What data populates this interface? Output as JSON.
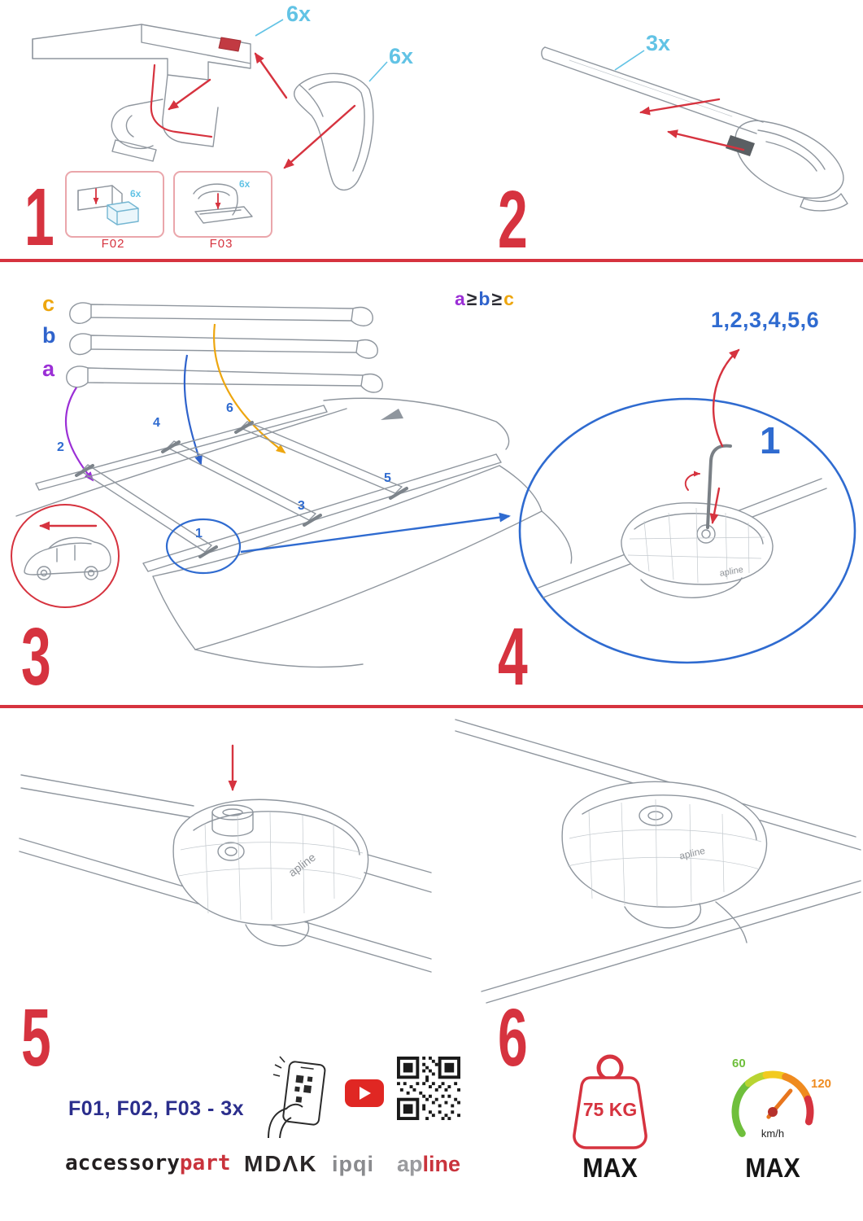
{
  "colors": {
    "accent_red": "#d6333f",
    "qty_cyan": "#62c3e5",
    "step_blue": "#2f6bd0",
    "label_purple": "#9b2fd6",
    "label_blue": "#2f63cc",
    "label_orange": "#eda60f",
    "navy": "#2b2e8c",
    "logo_red": "#c9333c",
    "logo_gray": "#8a8b8e",
    "gauge_green": "#6fbf3c",
    "gauge_orange": "#ef8b1f",
    "youtube_red": "#e02723"
  },
  "steps": {
    "s1": {
      "number": "1",
      "qty_a": "6x",
      "qty_b": "6x",
      "thumbs": [
        {
          "label": "F02",
          "qty": "6x"
        },
        {
          "label": "F03",
          "qty": "6x"
        }
      ]
    },
    "s2": {
      "number": "2",
      "qty": "3x"
    },
    "s3": {
      "number": "3",
      "bar_a": "a",
      "bar_b": "b",
      "bar_c": "c",
      "rule": {
        "a": "a",
        "ge1": "≥",
        "b": "b",
        "ge2": "≥",
        "c": "c"
      },
      "pos": {
        "n1": "1",
        "n2": "2",
        "n3": "3",
        "n4": "4",
        "n5": "5",
        "n6": "6"
      }
    },
    "s4": {
      "number": "4",
      "sequence": "1,2,3,4,5,6",
      "start": "1",
      "brand": "apline"
    },
    "s5": {
      "number": "5",
      "brand": "apline"
    },
    "s6": {
      "number": "6",
      "brand": "apline"
    }
  },
  "footer": {
    "parts_line": "F01, F02, F03 - 3x",
    "brand_accessory": "accessory",
    "brand_part": "part",
    "brand_mdak": "MDΛK",
    "brand_ipqi": "ipqi",
    "brand_ap": "ap",
    "brand_line": "line",
    "weight_value": "75 KG",
    "weight_max": "MAX",
    "speed_low": "60",
    "speed_high": "120",
    "speed_unit": "km/h",
    "speed_max": "MAX"
  },
  "icons": {
    "phone_scan": "phone-qr-scan-icon",
    "youtube": "youtube-icon",
    "qr": "qr-code-icon",
    "weight": "weight-max-icon",
    "speedometer": "speedometer-icon"
  }
}
